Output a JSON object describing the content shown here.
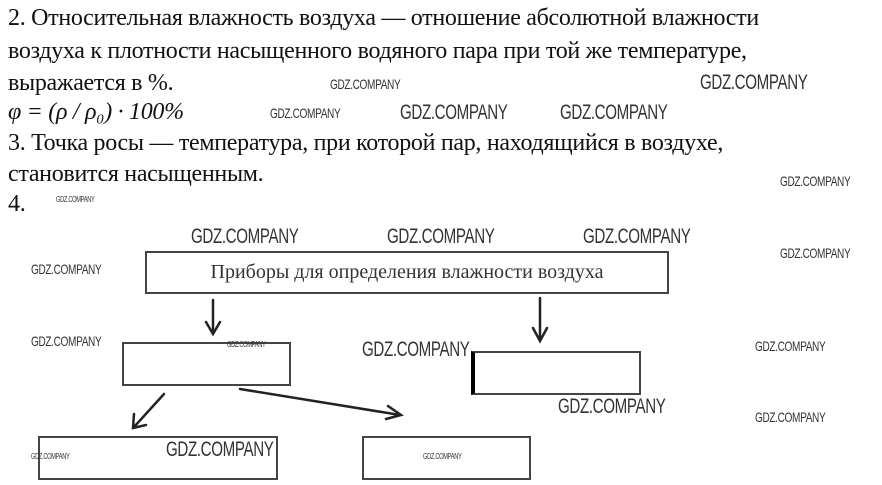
{
  "text": {
    "line1": "2. Относительная влажность воздуха — отношение абсолютной влажности",
    "line2": "воздуха к плотности насыщенного водяного пара при той же температуре,",
    "line3": "выражается в %.",
    "formula": "φ = (ρ / ρ₀) · 100%",
    "line4": "3. Точка росы — температура, при которой пар, находящийся в воздухе,",
    "line5": "становится насыщенным.",
    "item4": "4."
  },
  "diagram": {
    "title": "Приборы для определения влажности воздуха"
  },
  "watermark": "GDZ.COMPANY"
}
